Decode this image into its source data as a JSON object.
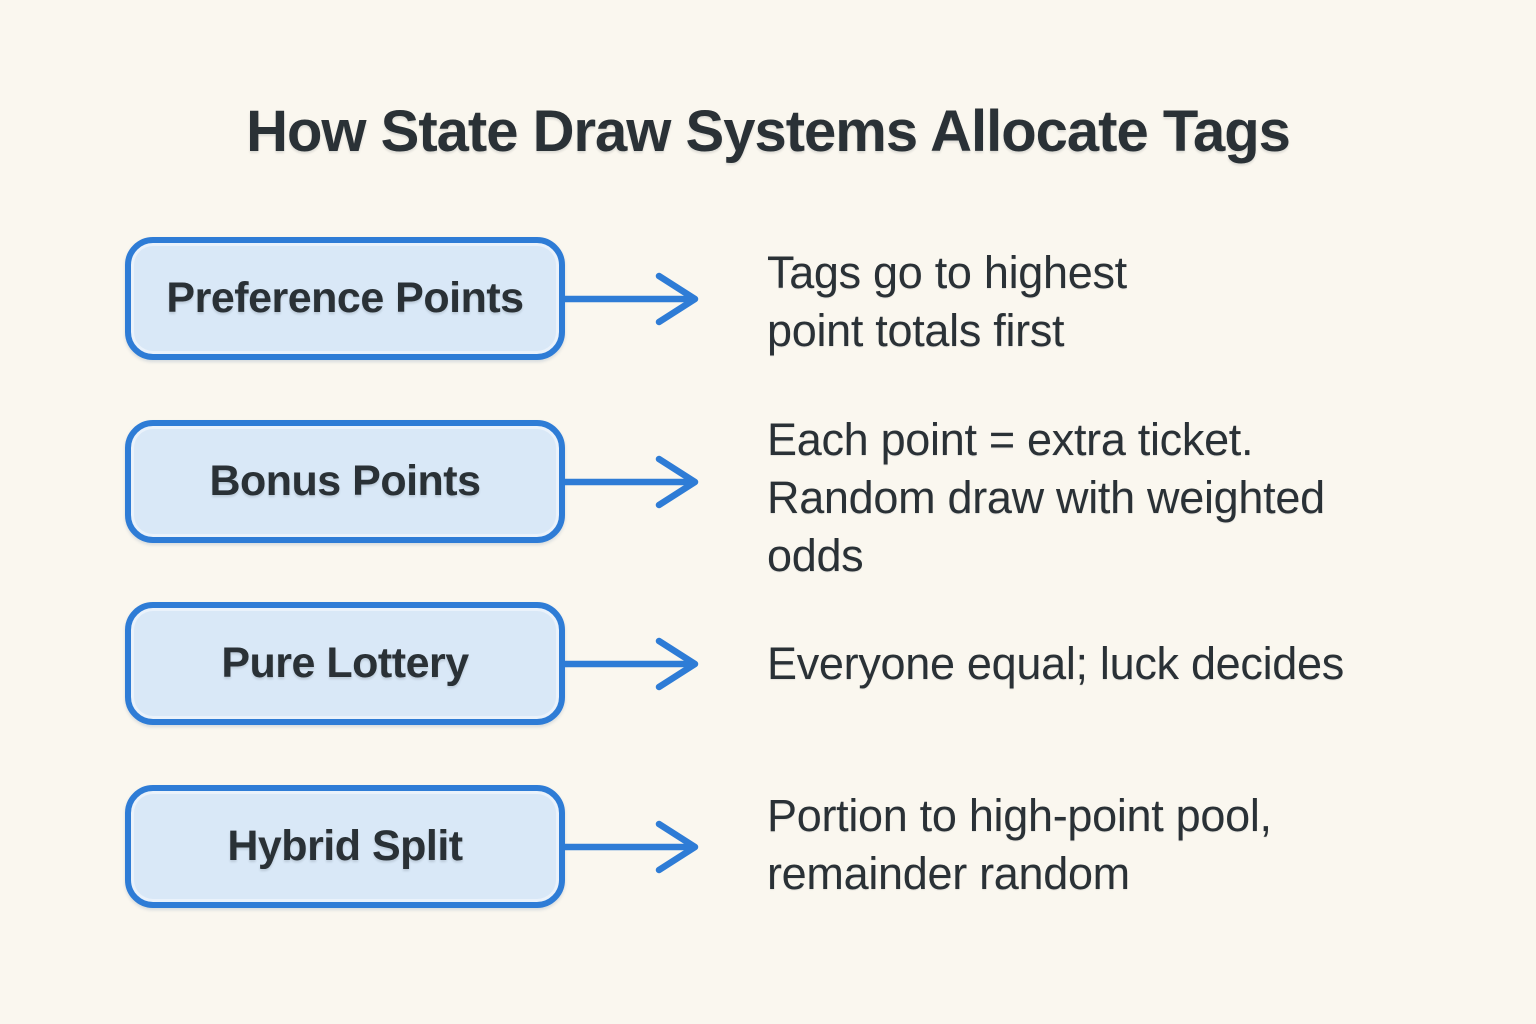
{
  "title": "How State Draw Systems Allocate Tags",
  "colors": {
    "background": "#faf7ef",
    "accent": "#2e7cd6",
    "box-fill": "#d9e8f7",
    "text": "#2a3136"
  },
  "rows": [
    {
      "label": "Preference Points",
      "description": "Tags go to highest\npoint totals first"
    },
    {
      "label": "Bonus Points",
      "description": "Each point = extra ticket.\nRandom draw with weighted\nodds"
    },
    {
      "label": "Pure Lottery",
      "description": "Everyone equal; luck decides"
    },
    {
      "label": "Hybrid Split",
      "description": "Portion to high-point pool,\nremainder random"
    }
  ]
}
